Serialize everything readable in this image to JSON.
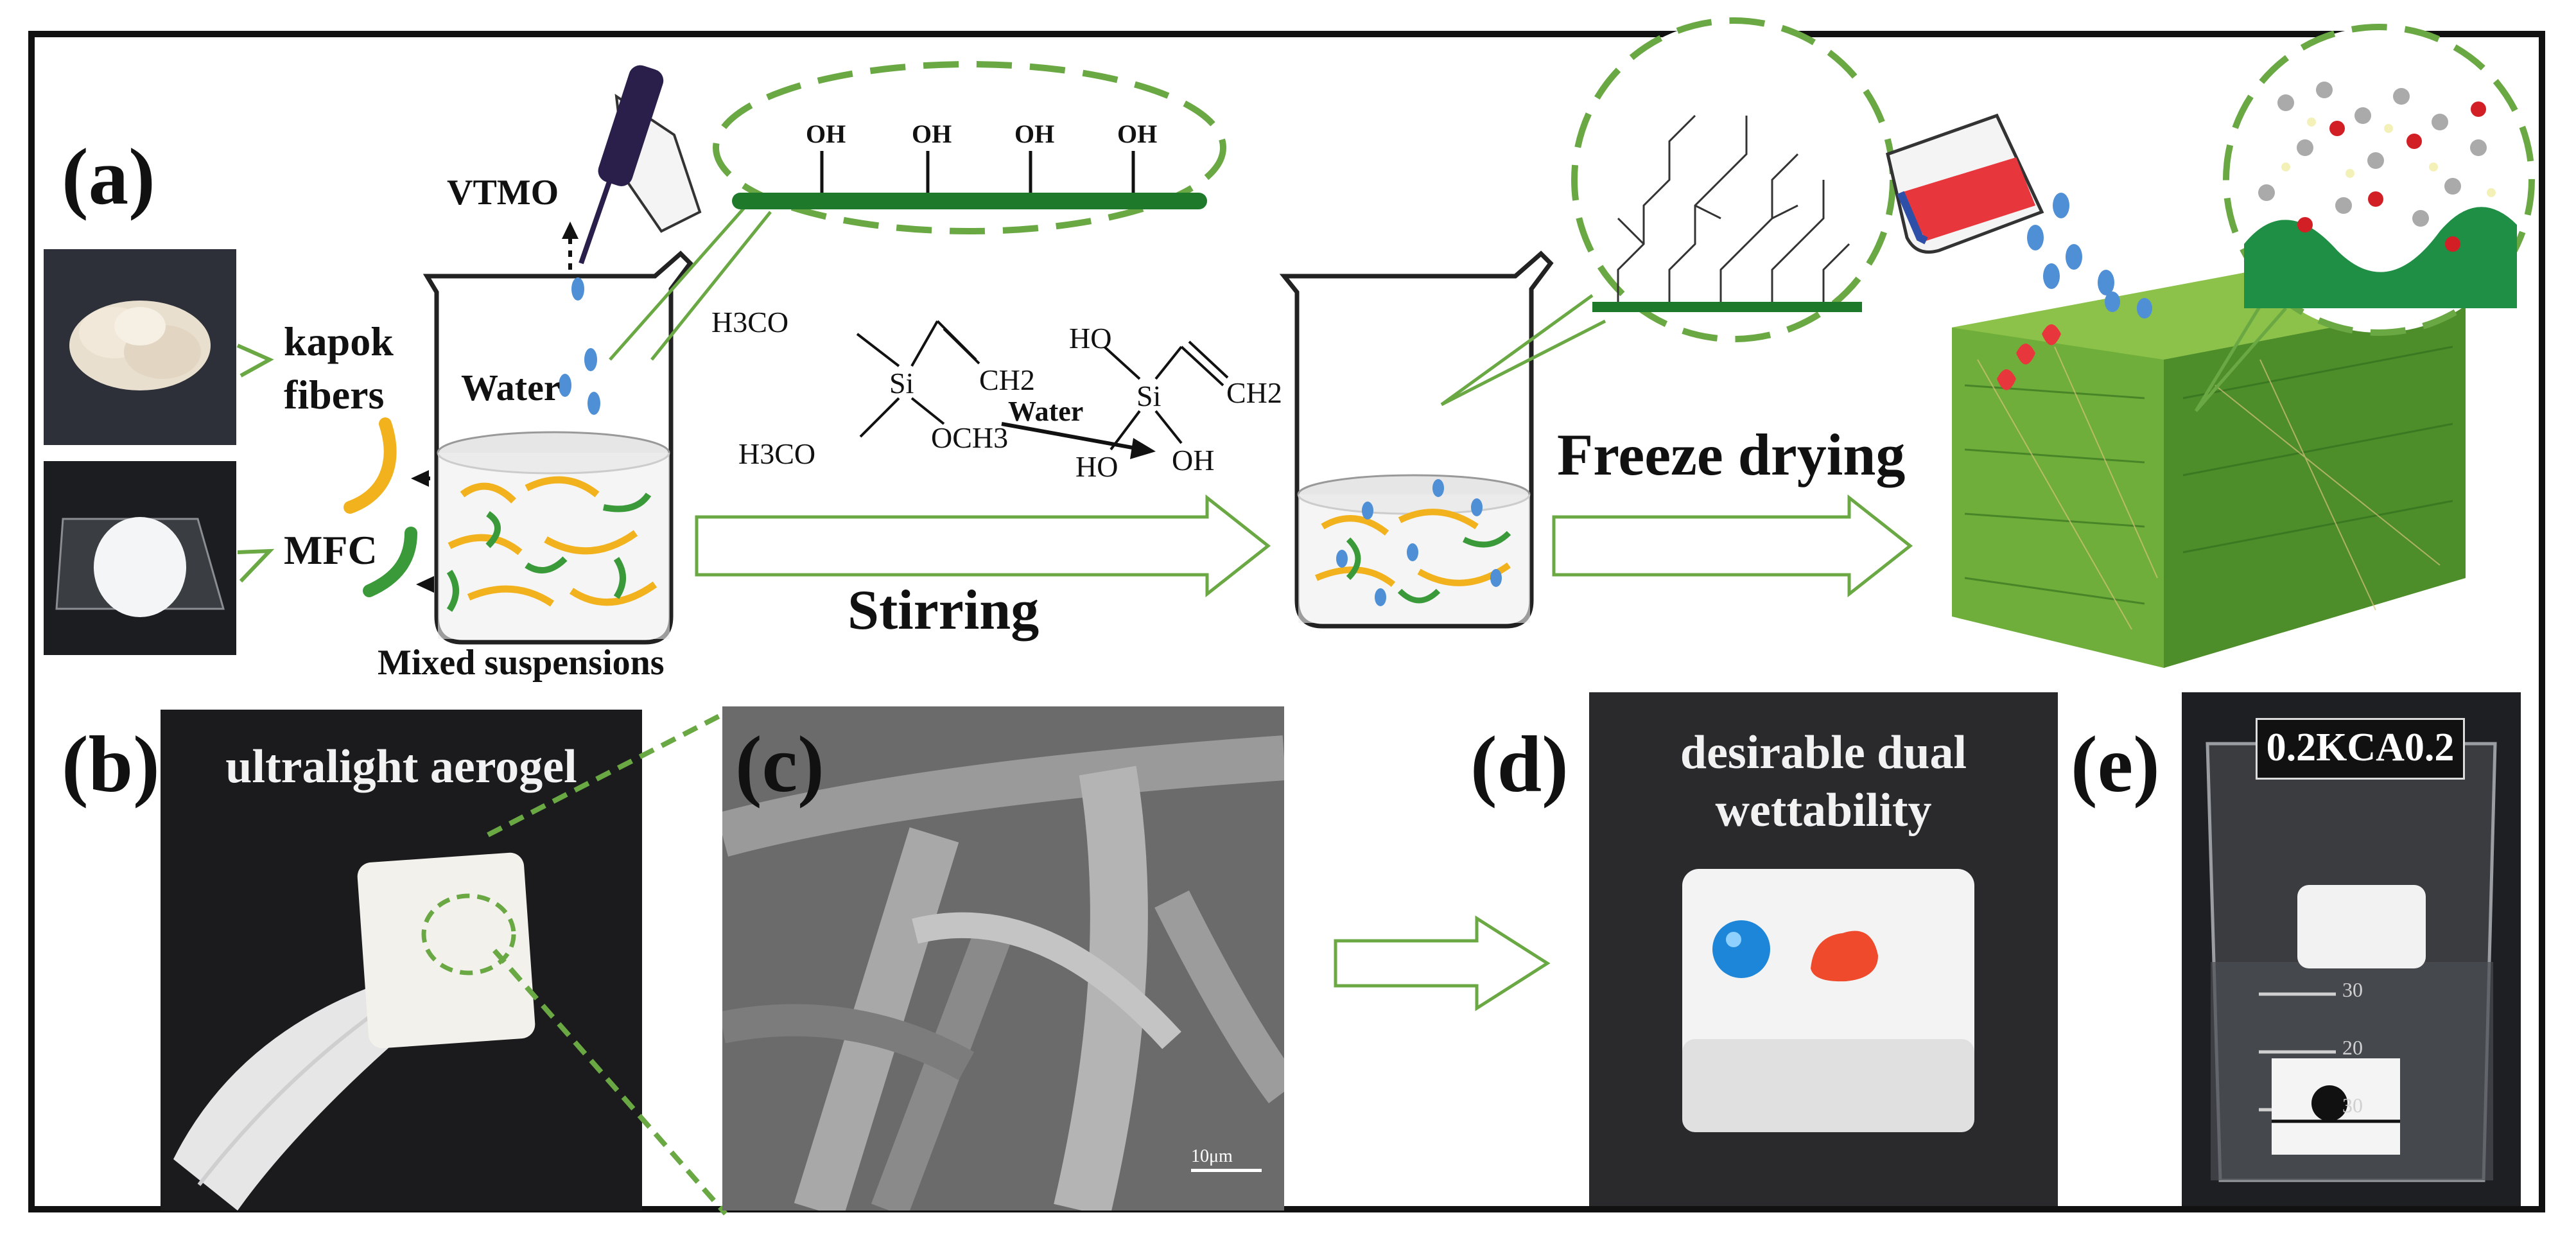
{
  "panels": {
    "a": "(a)",
    "b": "(b)",
    "c": "(c)",
    "d": "(d)",
    "e": "(e)"
  },
  "materials": {
    "vtmo": "VTMO",
    "kapok_line1": "kapok",
    "kapok_line2": "fibers",
    "mfc": "MFC",
    "water": "Water",
    "mixed": "Mixed suspensions",
    "oh": "OH"
  },
  "chem": {
    "h3co_top": "H3CO",
    "ch2_left": "CH2",
    "si": "Si",
    "h3co_bottom": "H3CO",
    "och3": "OCH3",
    "arrow_label": "Water",
    "ho_top": "HO",
    "ch2_right": "CH2",
    "si_right": "Si",
    "ho_bottom": "HO",
    "oh_right": "OH"
  },
  "steps": {
    "stirring": "Stirring",
    "freeze": "Freeze drying"
  },
  "photos": {
    "b_caption": "ultralight aerogel",
    "c_scale": "10μm",
    "d_caption_1": "desirable dual",
    "d_caption_2": "wettability",
    "e_sample": "0.2KCA0.2",
    "e_tick_30a": "30",
    "e_tick_20": "20",
    "e_tick_30b": "30"
  },
  "colors": {
    "green_accent": "#6aa844",
    "fiber_green": "#3a9a3a",
    "fiber_yellow": "#f2b21d",
    "blue_drop": "#4f8fd6",
    "red_drop": "#e8373c"
  }
}
